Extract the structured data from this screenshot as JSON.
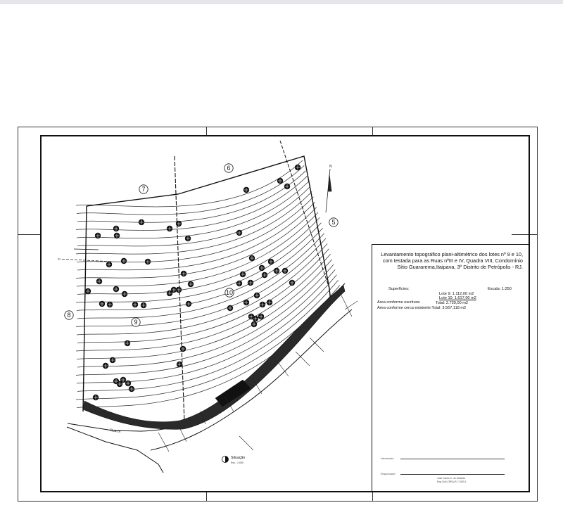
{
  "drawing": {
    "lot_numbers": [
      "5",
      "6",
      "7",
      "8",
      "9",
      "10"
    ],
    "street_label": "Rua III",
    "situacao": {
      "label": "Situação",
      "scale": "Esc.: 1:000"
    },
    "north_symbol": "north-arrow-icon"
  },
  "title_block": {
    "title": "Levantamento topográfico plani-altimétrico dos lotes nº 9 e 10, com testada para as Ruas nºIII e IV, Quadra VIII,  Condomínio  Sítio Guararema,Itaipava, 3º Distrito de Petrópolis - RJ.",
    "superficies_label": "Superfícies:",
    "escala": "Escala: 1:250",
    "lote9": "Lote  9: 1.112,00 m2",
    "lote10": "Lote 10: 1.617,00 m2",
    "total": "Total: 2.729,00 m2",
    "area_escritura": "Área conforme escritura:",
    "area_cerca": "Área conforme cerca existente:Total: 3.567,118 m2",
    "sig1_label": "Interessado:",
    "sig2_label": "Responsável:",
    "sig2_name": "José Carlos C. de Almeida",
    "sig2_crea": "Eng Civil-CREA-RJ 1.000-1"
  },
  "colors": {
    "line": "#111111",
    "contour": "#333333",
    "hatch": "#222222"
  }
}
